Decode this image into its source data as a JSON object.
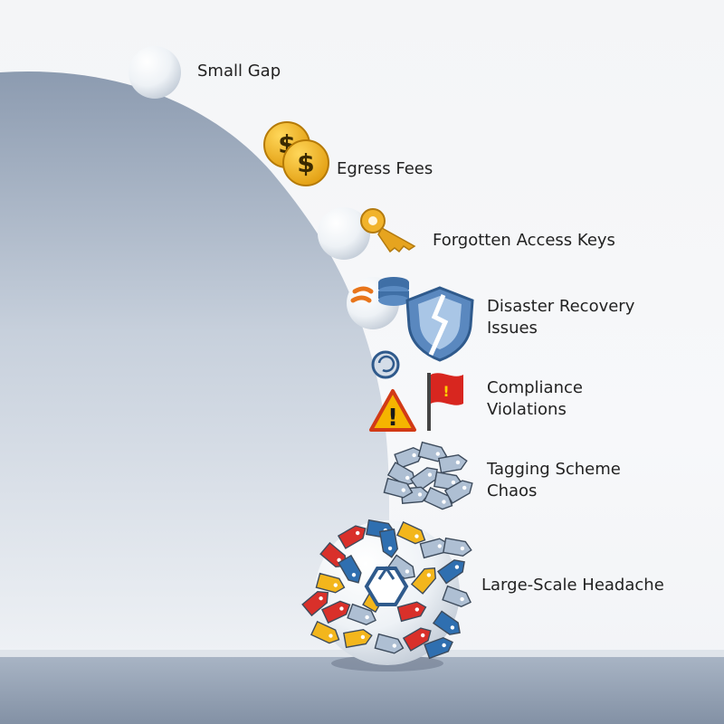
{
  "stages": [
    {
      "id": "small-gap",
      "lines": [
        "Small Gap"
      ],
      "icon": "snowball-icon"
    },
    {
      "id": "egress-fees",
      "lines": [
        "Egress Fees"
      ],
      "icon": "dollar-coins-icon"
    },
    {
      "id": "forgotten-access-keys",
      "lines": [
        "Forgotten Access Keys"
      ],
      "icon": "key-icon"
    },
    {
      "id": "disaster-recovery",
      "lines": [
        "Disaster Recovery",
        "Issues"
      ],
      "icon": "broken-shield-icon"
    },
    {
      "id": "compliance",
      "lines": [
        "Compliance",
        "Violations"
      ],
      "icon": "warning-flag-icon"
    },
    {
      "id": "tagging",
      "lines": [
        "Tagging Scheme",
        "Chaos"
      ],
      "icon": "tags-icon"
    },
    {
      "id": "large-scale",
      "lines": [
        "Large-Scale Headache"
      ],
      "icon": "giant-tag-snowball-icon"
    }
  ],
  "colors": {
    "slope_top": "#8c9bb0",
    "slope_bottom": "#e9edf2",
    "snow": "#f2f4f7",
    "coin": "#f2b21b",
    "key": "#e6a41f",
    "shield": "#5a88bf",
    "flag": "#d8261f",
    "warning": "#f5b400",
    "tag_gray": "#aebfd3",
    "tag_red": "#d9302a",
    "tag_blue": "#2f6fb0",
    "tag_yellow": "#f3b61c"
  }
}
